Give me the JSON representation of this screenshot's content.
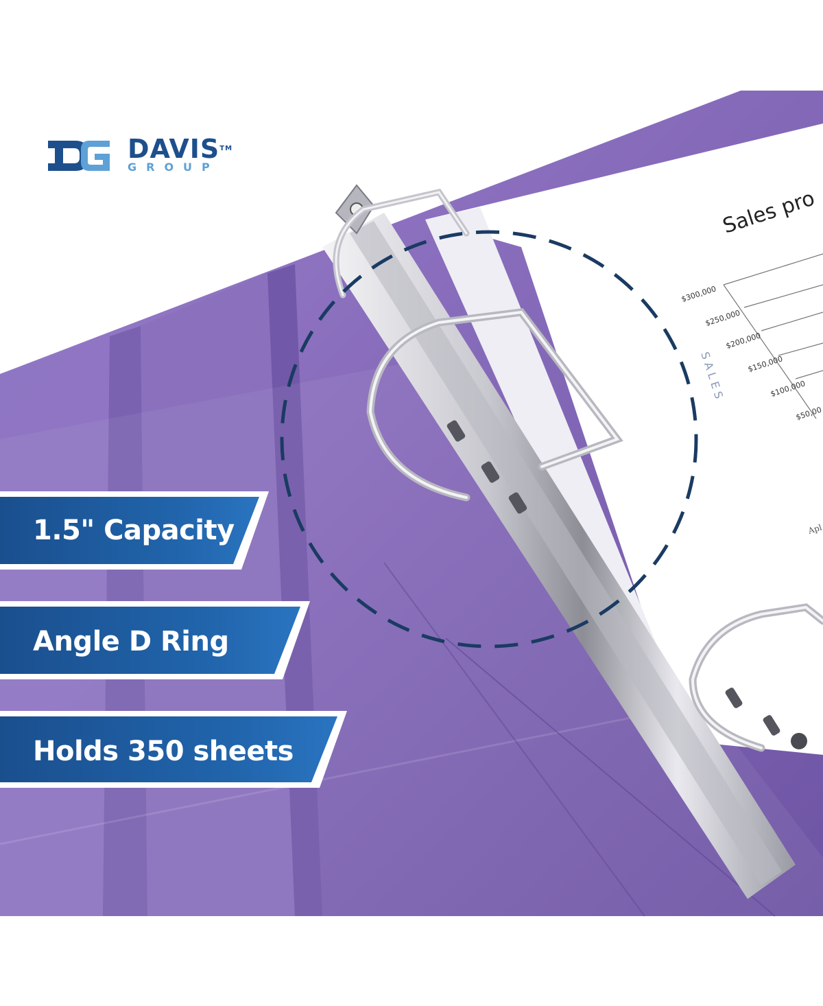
{
  "logo": {
    "name": "DAVIS",
    "tm": "TM",
    "sub": "GROUP",
    "monogram": "DG"
  },
  "paper": {
    "title": "Sales pro",
    "axis_label": "SALES",
    "ticks": [
      "$300,000",
      "$250,000",
      "$200,000",
      "$150,000",
      "$100,000",
      "$50,00"
    ],
    "note": "Apl"
  },
  "badges": [
    {
      "label": "1.5\" Capacity"
    },
    {
      "label": "Angle D Ring"
    },
    {
      "label": "Holds 350 sheets"
    }
  ],
  "colors": {
    "binder_purple": "#8a70bd",
    "badge_blue": "#1b5596",
    "dash_circle": "#1a3b62",
    "logo_blue": "#1d4f8d"
  }
}
